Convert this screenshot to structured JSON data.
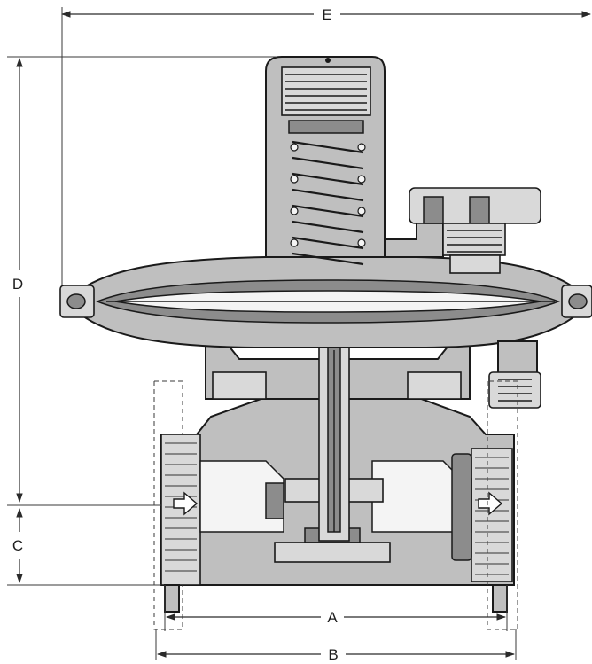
{
  "dimensions": {
    "a": "A",
    "b": "B",
    "c": "C",
    "d": "D",
    "e": "E"
  },
  "colors": {
    "body": "#bfbfbf",
    "shade": "#8c8c8c",
    "cavity": "#f4f4f4",
    "ink": "#1a1a1a"
  }
}
